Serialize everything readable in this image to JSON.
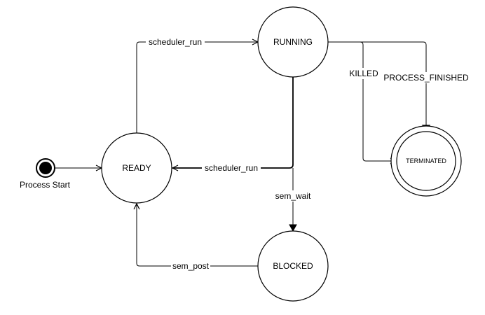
{
  "diagram": {
    "states": {
      "ready": "READY",
      "running": "RUNNING",
      "blocked": "BLOCKED",
      "terminated": "TERMINATED",
      "start": "Process Start"
    },
    "transitions": {
      "ready_to_running": "scheduler_run",
      "running_to_ready": "scheduler_run",
      "running_to_blocked": "sem_wait",
      "blocked_to_ready": "sem_post",
      "running_to_terminated_killed": "KILLED",
      "running_to_terminated_finished": "PROCESS_FINISHED"
    }
  }
}
